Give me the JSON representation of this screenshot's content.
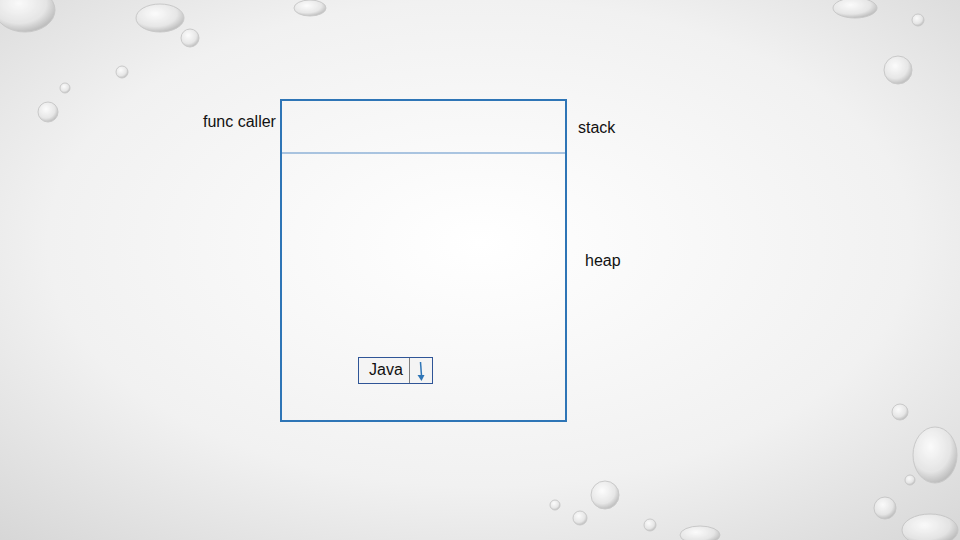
{
  "diagram": {
    "nodes": [
      {
        "text": [
          "Java"
        ]
      }
    ],
    "labels": [
      "func caller",
      "stack",
      "heap"
    ]
  }
}
